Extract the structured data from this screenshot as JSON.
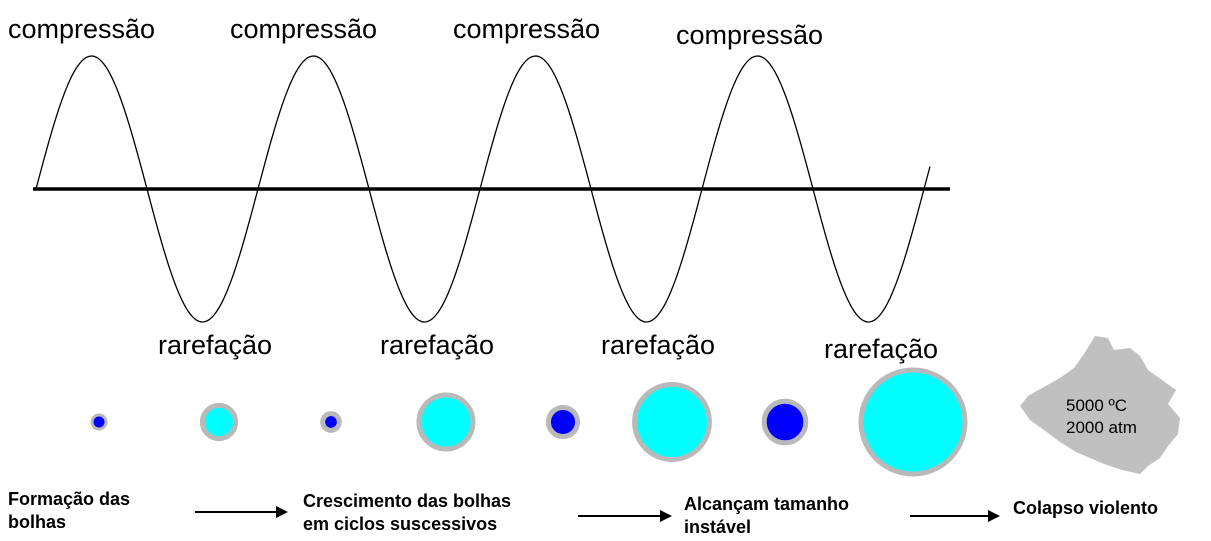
{
  "wave": {
    "peak_label": "compressão",
    "trough_label": "rarefação",
    "peak_count": 4,
    "trough_count": 4
  },
  "bubbles": [
    {
      "color": "#0000ff",
      "size": 0.07
    },
    {
      "color": "#00ffff",
      "size": 0.32
    },
    {
      "color": "#0000ff",
      "size": 0.16
    },
    {
      "color": "#00ffff",
      "size": 0.52
    },
    {
      "color": "#0000ff",
      "size": 0.28
    },
    {
      "color": "#00ffff",
      "size": 0.72
    },
    {
      "color": "#0000ff",
      "size": 0.4
    },
    {
      "color": "#00ffff",
      "size": 1.0
    }
  ],
  "colors": {
    "bubble_border": "#b9b9b9",
    "collapse": "#c0c0c0",
    "axis": "#000000",
    "wave": "#000000"
  },
  "collapse": {
    "temperature": "5000 ºC",
    "pressure": "2000 atm"
  },
  "steps": [
    {
      "line1": "Formação das",
      "line2": "bolhas"
    },
    {
      "line1": "Crescimento das bolhas",
      "line2": "em ciclos suscessivos"
    },
    {
      "line1": "Alcançam tamanho",
      "line2": "instável"
    },
    {
      "line1": "Colapso violento",
      "line2": ""
    }
  ]
}
